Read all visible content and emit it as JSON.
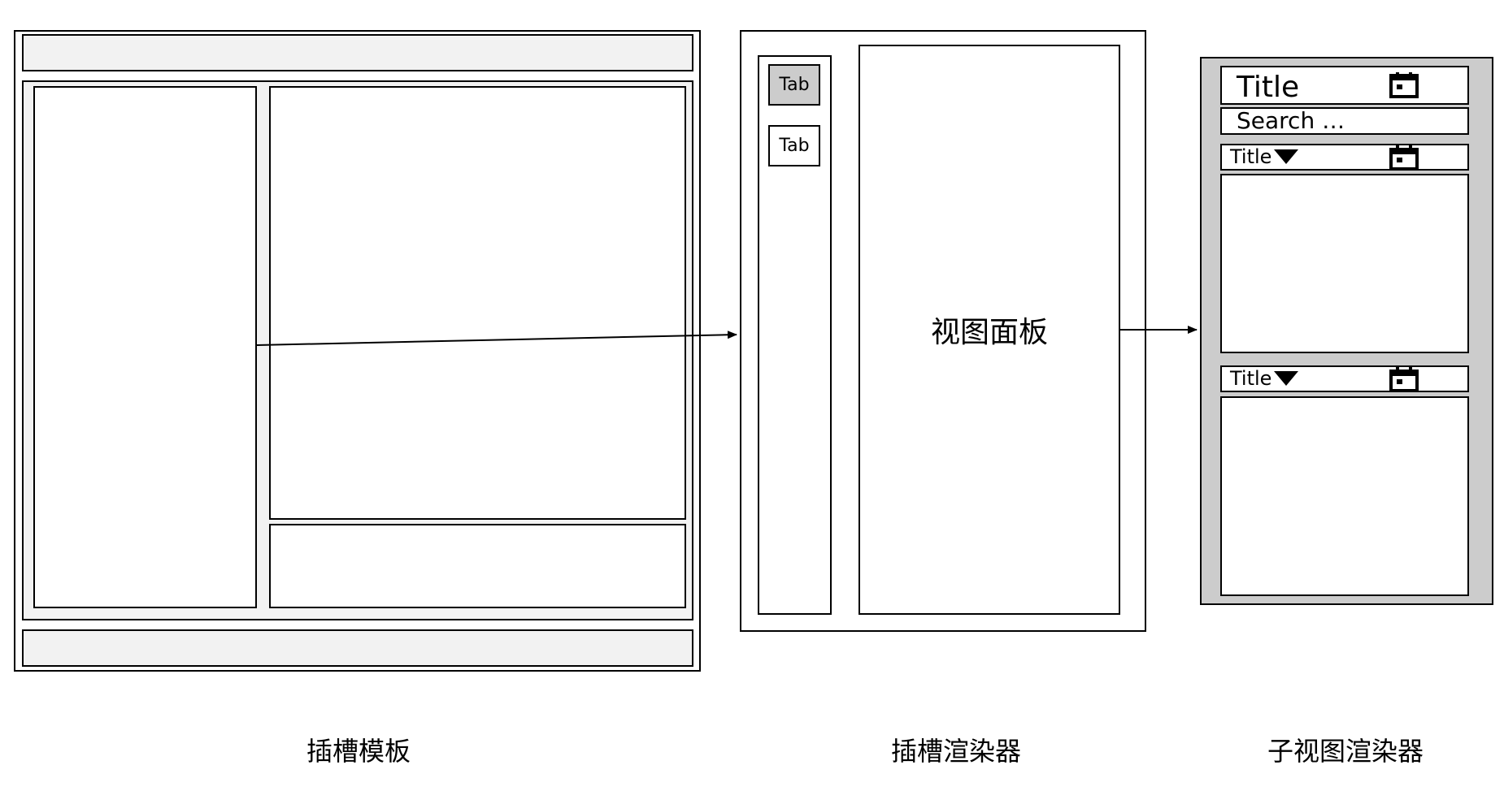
{
  "diagram": {
    "slot_renderer": {
      "tabs": [
        {
          "label": "Tab",
          "active": true
        },
        {
          "label": "Tab",
          "active": false
        }
      ],
      "view_panel_label": "视图面板"
    },
    "subview_renderer": {
      "header_title": "Title",
      "search_placeholder": "Search …",
      "sections": [
        {
          "title": "Title"
        },
        {
          "title": "Title"
        }
      ]
    },
    "captions": {
      "slot_template": "插槽模板",
      "slot_renderer": "插槽渲染器",
      "subview_renderer": "子视图渲染器"
    }
  },
  "colors": {
    "stroke": "#000000",
    "light_fill": "#f2f2f2",
    "tab_active_fill": "#cccccc",
    "subview_bg": "#cccccc"
  }
}
